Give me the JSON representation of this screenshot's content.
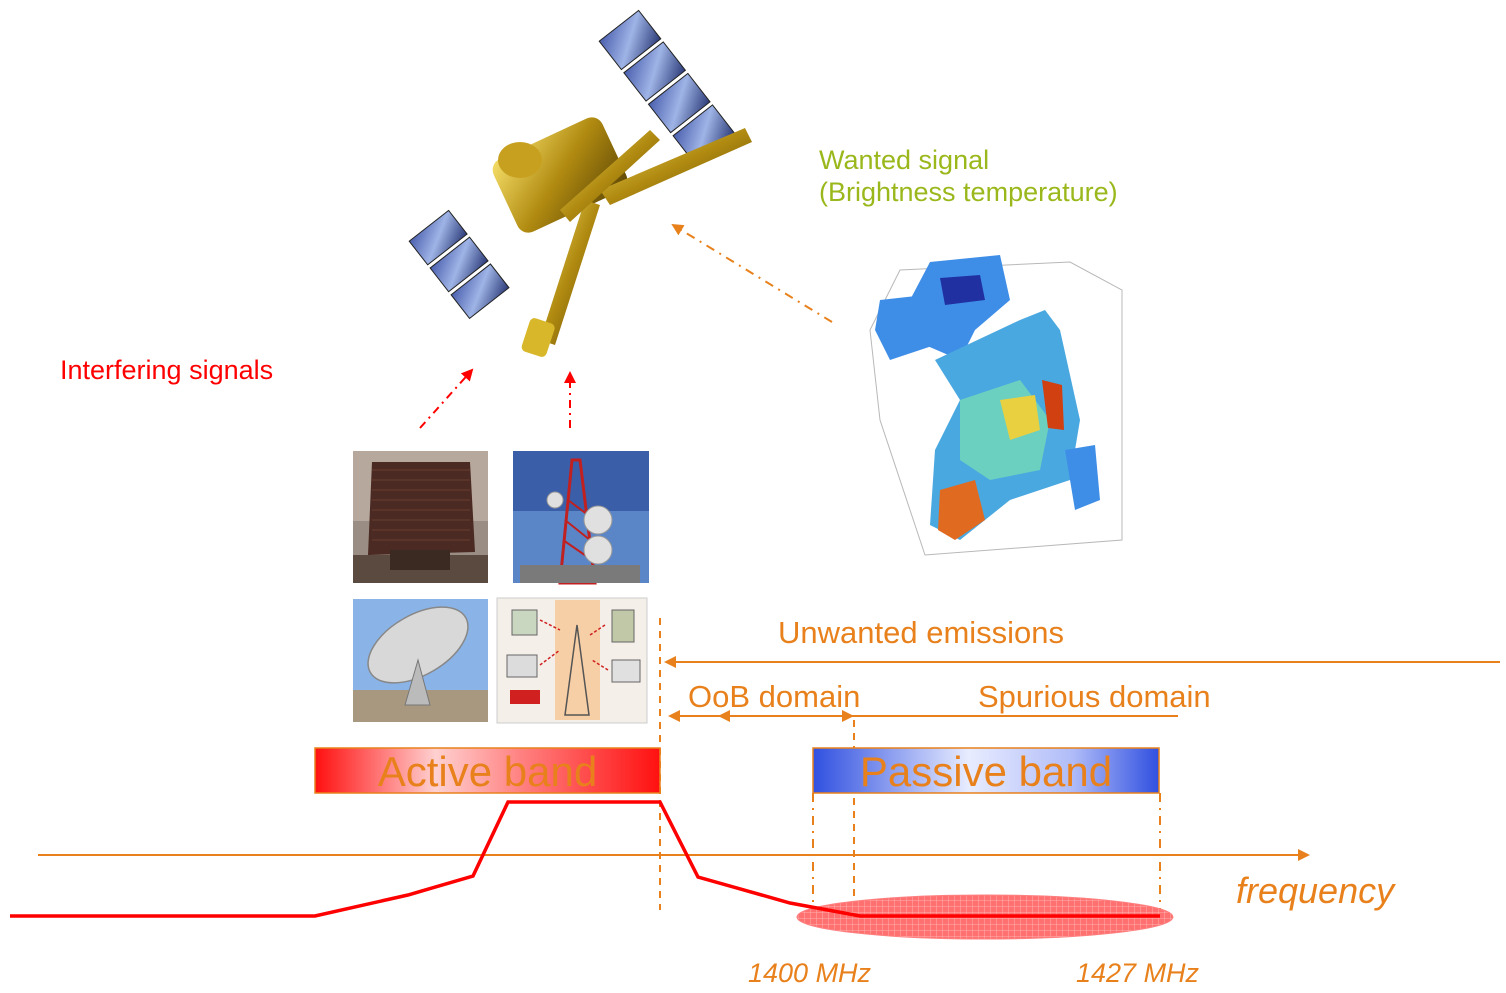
{
  "labels": {
    "wanted_line1": "Wanted signal",
    "wanted_line2": "(Brightness temperature)",
    "interfering": "Interfering signals",
    "unwanted": "Unwanted emissions",
    "oob": "OoB domain",
    "spurious": "Spurious domain",
    "active_band": "Active band",
    "passive_band": "Passive band",
    "frequency": "frequency",
    "freq_1400": "1400 MHz",
    "freq_1427": "1427 MHz"
  },
  "colors": {
    "orange": "#e8811c",
    "red": "#ff0000",
    "green_label": "#9ab81c",
    "passive_blue": "#3050e0",
    "band_text": "#e8811c"
  },
  "icons": {
    "satellite": "satellite-icon",
    "map": "brightness-temperature-map",
    "radar": "radar-antenna-icon",
    "tower": "telecom-tower-icon",
    "dish": "satellite-dish-icon",
    "mobile": "mobile-network-diagram-icon"
  }
}
